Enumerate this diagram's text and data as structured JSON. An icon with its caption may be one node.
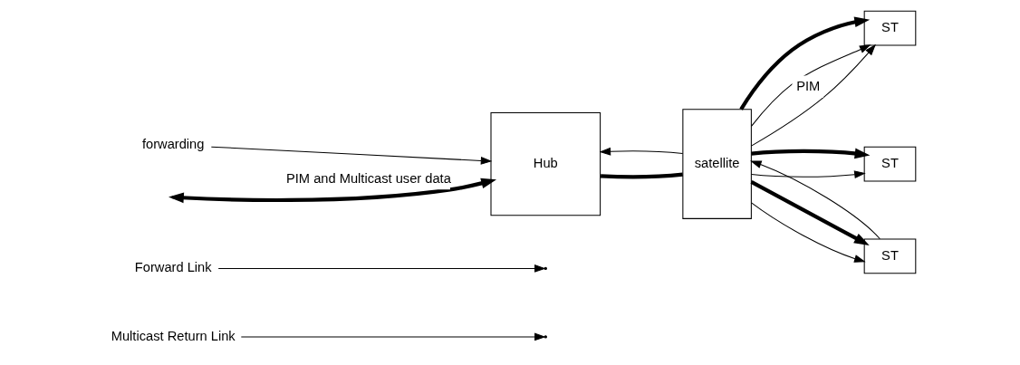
{
  "diagram": {
    "nodes": [
      {
        "text": [
          "Multicast Return Link"
        ]
      },
      {
        "text": [
          "Forward Link"
        ]
      },
      {
        "text": [
          "Hub"
        ]
      },
      {
        "text": [
          "satellite"
        ]
      },
      {
        "text": [
          "ST"
        ]
      },
      {
        "text": [
          "ST"
        ]
      },
      {
        "text": [
          "ST"
        ]
      },
      {
        "text": [
          "forwarding"
        ]
      }
    ],
    "edges": [
      {
        "from": null,
        "to": 2,
        "arrow": "both",
        "style": "thick",
        "label": "PIM and Multicast user data"
      },
      {
        "from": 2,
        "to": 3,
        "arrow": "none",
        "style": "thick"
      },
      {
        "from": 3,
        "to": 2,
        "arrow": "to"
      },
      {
        "from": 3,
        "to": 4,
        "arrow": "to"
      },
      {
        "from": 3,
        "to": 4,
        "arrow": "to",
        "style": "thick"
      },
      {
        "from": 3,
        "to": 5,
        "arrow": "to"
      },
      {
        "from": 3,
        "to": 5,
        "arrow": "to",
        "style": "thick"
      },
      {
        "from": 3,
        "to": 6,
        "arrow": "to"
      },
      {
        "from": 3,
        "to": 6,
        "arrow": "to",
        "style": "thick"
      },
      {
        "from": 3,
        "to": 4,
        "arrow": "to",
        "label": "PIM"
      },
      {
        "from": 6,
        "to": 3,
        "arrow": "to"
      },
      {
        "from": 1,
        "to": null,
        "arrow": "to"
      },
      {
        "from": 0,
        "to": null,
        "arrow": "to"
      },
      {
        "from": 7,
        "to": 2,
        "arrow": "to"
      }
    ]
  }
}
